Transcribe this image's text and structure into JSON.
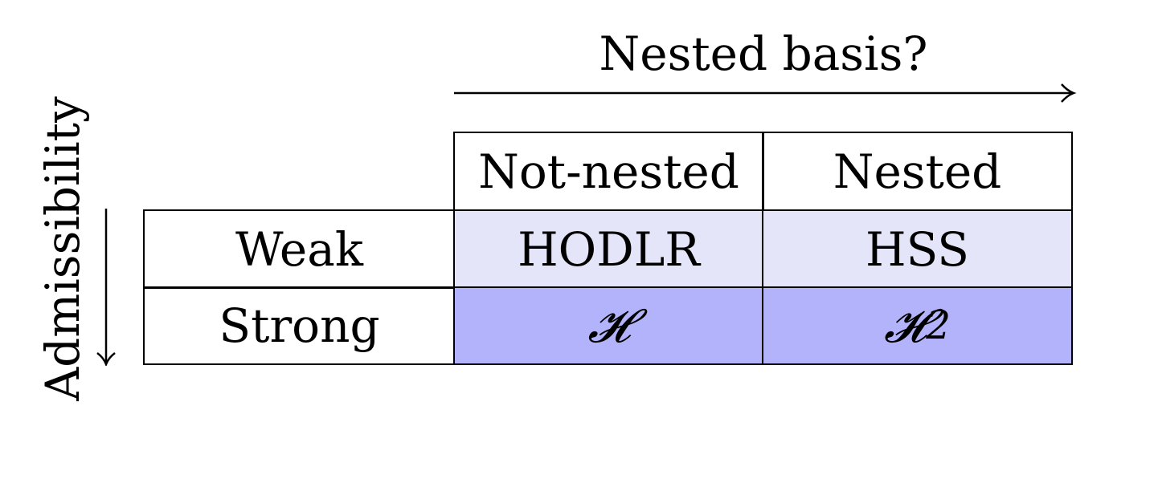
{
  "axes": {
    "top_label": "Nested basis?",
    "side_label": "Admissibility"
  },
  "columns": [
    "Not-nested",
    "Nested"
  ],
  "rows": [
    {
      "label": "Weak",
      "cells": [
        "HODLR",
        "HSS"
      ]
    },
    {
      "label": "Strong",
      "cells": [
        "𝓗",
        "𝓗"
      ],
      "superscripts": [
        "",
        "2"
      ]
    }
  ],
  "colors": {
    "weak_fill": "#e5e5f9",
    "strong_fill": "#b3b3fc",
    "line": "#000000"
  },
  "icons": {
    "top_arrow": "right-arrow-icon",
    "side_arrow": "down-arrow-icon"
  }
}
